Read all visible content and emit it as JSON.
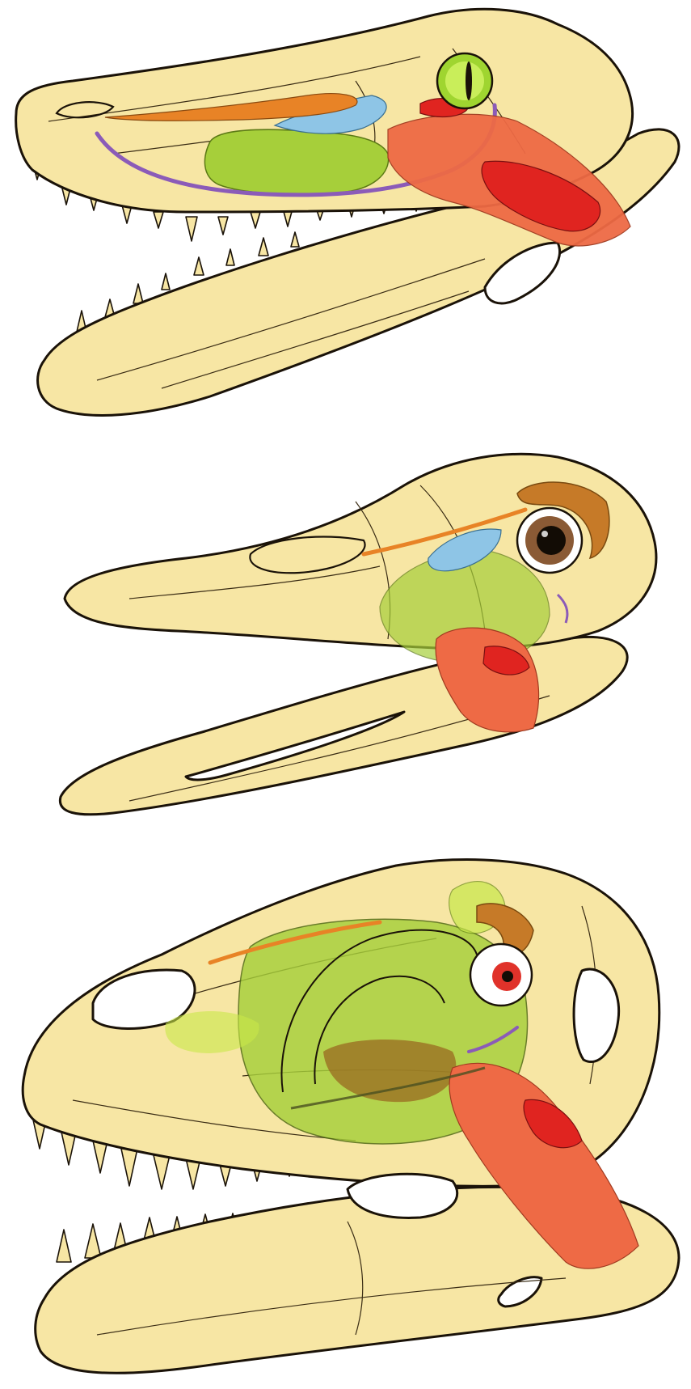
{
  "figure": {
    "panels": [
      {
        "id": "crocodilian-skull",
        "eye_style": "slit-pupil"
      },
      {
        "id": "long-snout-skull",
        "eye_style": "round-pupil"
      },
      {
        "id": "theropod-skull",
        "eye_style": "red-pupil"
      }
    ],
    "colors": {
      "bone": "#f7e6a4",
      "outline": "#1a1208",
      "antorbital_sinus": "#a6cf3a",
      "air_sac_light": "#c8e84a",
      "duct_orange": "#e88326",
      "duct_blue": "#8ec5e6",
      "nerve_purple": "#8b5bb8",
      "muscle_light": "#ee6a45",
      "muscle_dark": "#e02420",
      "eye_green": "#9fd530",
      "eye_ring_brown": "#c67a28"
    }
  }
}
